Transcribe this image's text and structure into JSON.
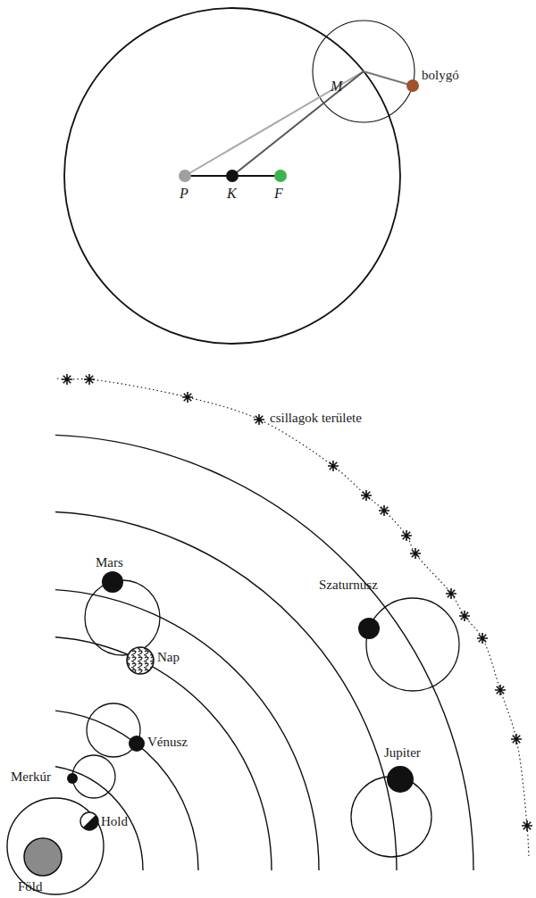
{
  "diagram": {
    "labels": [
      "M",
      "bolygó",
      "P",
      "K",
      "F",
      "csillagok területe",
      "Mars",
      "Szaturnusz",
      "Nap",
      "Vénusz",
      "Jupiter",
      "Merkúr",
      "Hold",
      "Föld"
    ]
  }
}
